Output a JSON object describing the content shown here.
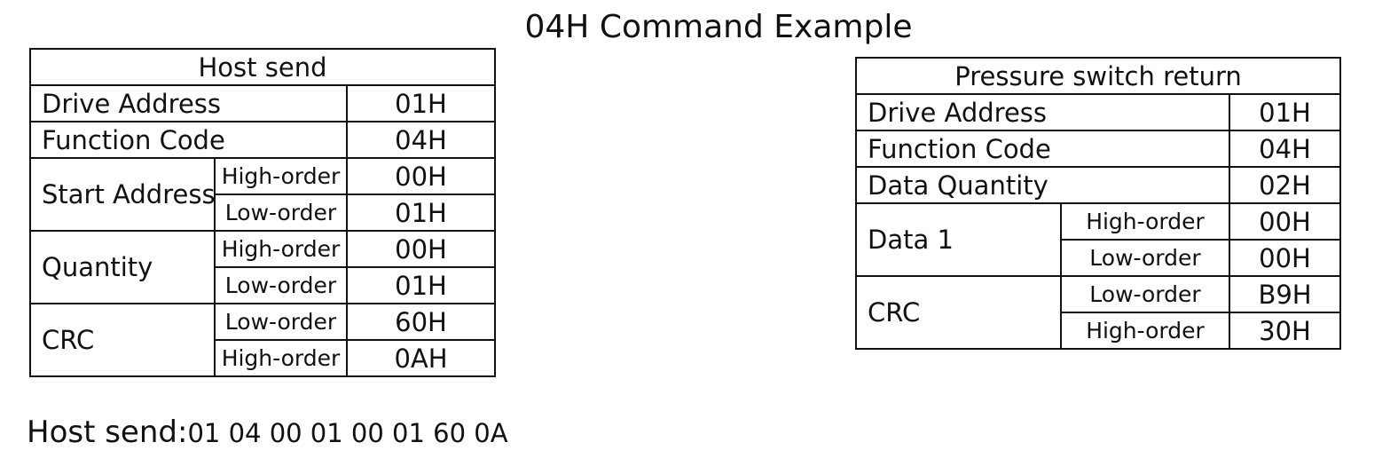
{
  "title": "04H Command Example",
  "host_table": {
    "header": "Host send",
    "rows": {
      "drive_address": {
        "label": "Drive Address",
        "value": "01H"
      },
      "function_code": {
        "label": "Function Code",
        "value": "04H"
      },
      "start_address": {
        "label": "Start Address",
        "high_label": "High-order",
        "high_value": "00H",
        "low_label": "Low-order",
        "low_value": "01H"
      },
      "quantity": {
        "label": "Quantity",
        "high_label": "High-order",
        "high_value": "00H",
        "low_label": "Low-order",
        "low_value": "01H"
      },
      "crc": {
        "label": "CRC",
        "low_label": "Low-order",
        "low_value": "60H",
        "high_label": "High-order",
        "high_value": "0AH"
      }
    }
  },
  "return_table": {
    "header": "Pressure switch return",
    "rows": {
      "drive_address": {
        "label": "Drive Address",
        "value": "01H"
      },
      "function_code": {
        "label": "Function Code",
        "value": "04H"
      },
      "data_quantity": {
        "label": "Data Quantity",
        "value": "02H"
      },
      "data1": {
        "label": "Data 1",
        "high_label": "High-order",
        "high_value": "00H",
        "low_label": "Low-order",
        "low_value": "00H"
      },
      "crc": {
        "label": "CRC",
        "low_label": "Low-order",
        "low_value": "B9H",
        "high_label": "High-order",
        "high_value": "30H"
      }
    }
  },
  "footer": {
    "label": "Host send:",
    "bytes": "01 04 00 01 00 01 60 0A"
  }
}
